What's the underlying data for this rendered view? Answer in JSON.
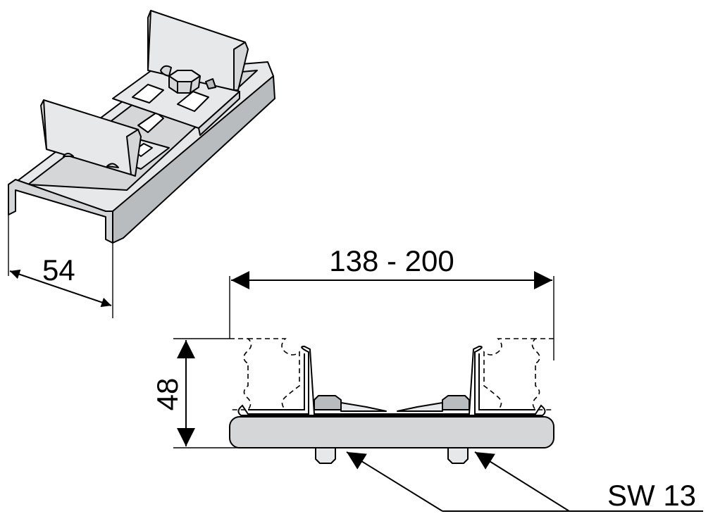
{
  "dimensions": {
    "width_label": "54",
    "span_label": "138 - 200",
    "height_label": "48",
    "wrench_label": "SW 13"
  },
  "colors": {
    "line": "#000000",
    "metal": "#d4d6d7",
    "metal_light": "#e6e8e9",
    "metal_dark": "#b9bcbe",
    "background": "#ffffff"
  }
}
